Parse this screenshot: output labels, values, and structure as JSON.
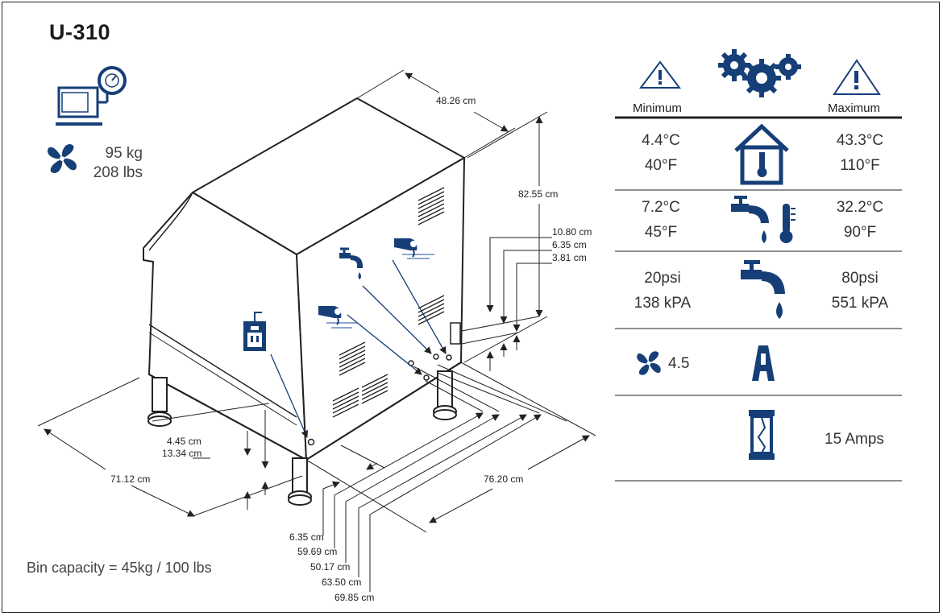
{
  "header": {
    "model": "U-310"
  },
  "weight": {
    "kg": "95 kg",
    "lbs": "208 lbs"
  },
  "footer": {
    "bin_capacity": "Bin capacity = 45kg / 100 lbs"
  },
  "dimensions": {
    "top_depth": "48.26 cm",
    "height": "82.55 cm",
    "side_a": "10.80 cm",
    "side_b": "6.35 cm",
    "side_c": "3.81 cm",
    "low_a": "4.45 cm",
    "low_b": "13.34 cm",
    "width": "71.12 cm",
    "depth": "76.20 cm",
    "bottom_a": "6.35 cm",
    "bottom_b": "59.69 cm",
    "bottom_c": "50.17 cm",
    "bottom_d": "63.50 cm",
    "bottom_e": "69.85 cm"
  },
  "specs": {
    "minimum_label": "Minimum",
    "maximum_label": "Maximum",
    "ambient": {
      "min_c": "4.4°C",
      "min_f": "40°F",
      "max_c": "43.3°C",
      "max_f": "110°F"
    },
    "water_temp": {
      "min_c": "7.2°C",
      "min_f": "45°F",
      "max_c": "32.2°C",
      "max_f": "90°F"
    },
    "water_pressure": {
      "min_psi": "20psi",
      "min_kpa": "138 kPA",
      "max_psi": "80psi",
      "max_kpa": "551 kPA"
    },
    "fan_value": "4.5",
    "electrical": "15 Amps"
  },
  "colors": {
    "accent": "#163f78",
    "line": "#222222"
  }
}
